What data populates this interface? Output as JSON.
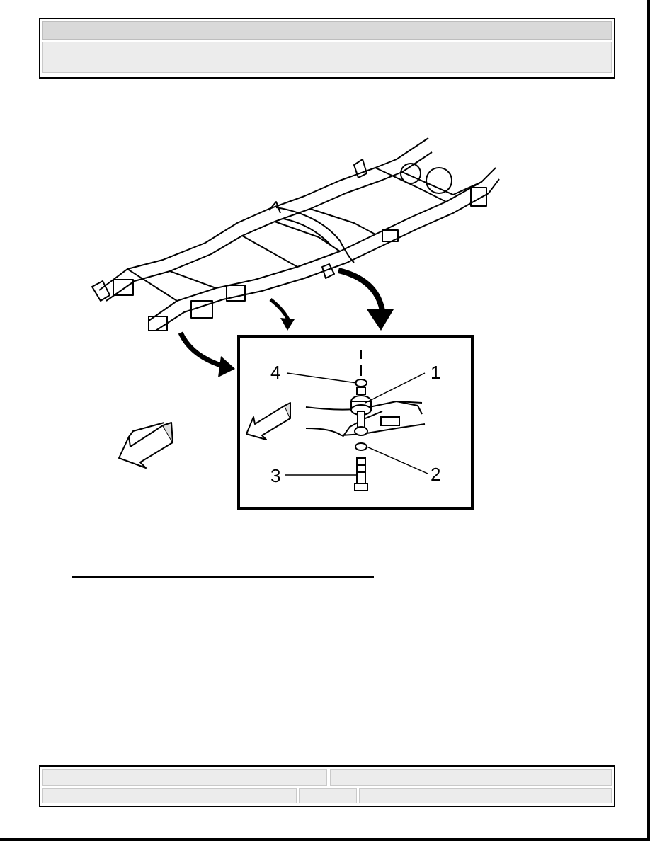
{
  "header": {
    "title": "",
    "subtitle": ""
  },
  "figure": {
    "callouts": {
      "c1": "1",
      "c2": "2",
      "c3": "3",
      "c4": "4"
    },
    "icons": [
      "frame-illustration",
      "front-direction-arrow-icon",
      "pointer-arrow-icon"
    ]
  },
  "footer": {
    "top_left": "",
    "top_right": "",
    "bottom_left": "",
    "bottom_mid": "",
    "bottom_right": ""
  }
}
